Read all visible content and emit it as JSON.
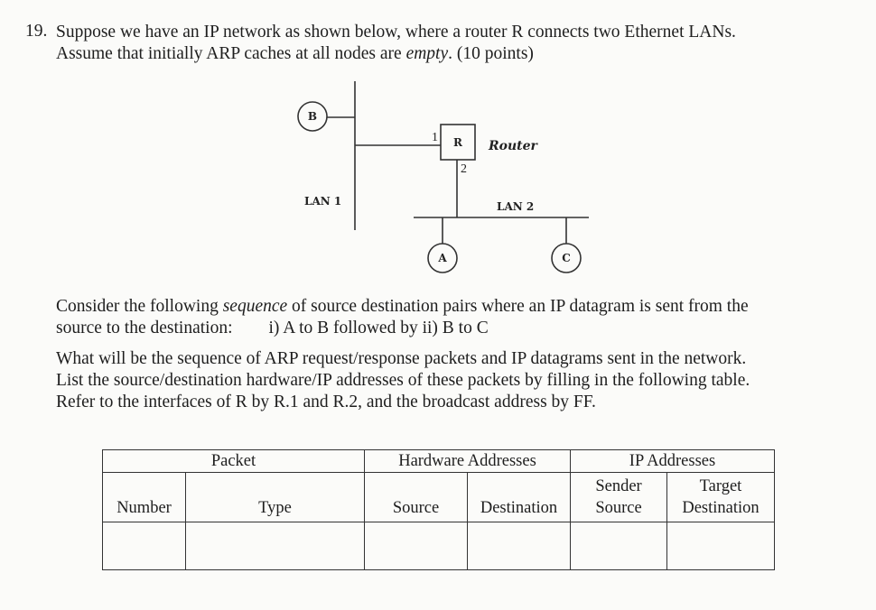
{
  "question": {
    "number": "19.",
    "line1": "Suppose we have an IP network as shown below, where a router R connects two Ethernet LANs.",
    "line2_pre": "Assume that initially ARP caches at all nodes are ",
    "line2_em": "empty",
    "line2_post": ". (10 points)"
  },
  "diagram": {
    "node_b": "B",
    "node_a": "A",
    "node_c": "C",
    "router": "R",
    "router_label": "Router",
    "port1": "1",
    "port2": "2",
    "lan1": "LAN 1",
    "lan2": "LAN 2"
  },
  "body": {
    "p1_pre": "Consider the following ",
    "p1_em": "sequence",
    "p1_post": " of source destination pairs where an IP datagram is sent from the",
    "p1_line2a": "source to the destination:",
    "p1_line2b": "i) A to B followed by ii) B to C",
    "p2_line1": "What will be the sequence of ARP request/response packets and IP datagrams sent in the network.",
    "p2_line2": "List the source/destination hardware/IP addresses of these packets by filling in the following table.",
    "p2_line3": "Refer to the interfaces of R by R.1 and R.2, and the broadcast address by FF."
  },
  "table": {
    "group_headers": [
      "Packet",
      "Hardware Addresses",
      "IP Addresses"
    ],
    "columns": [
      "Number",
      "Type",
      "Source",
      "Destination",
      "Sender",
      "Source",
      "Target",
      "Destination"
    ]
  }
}
